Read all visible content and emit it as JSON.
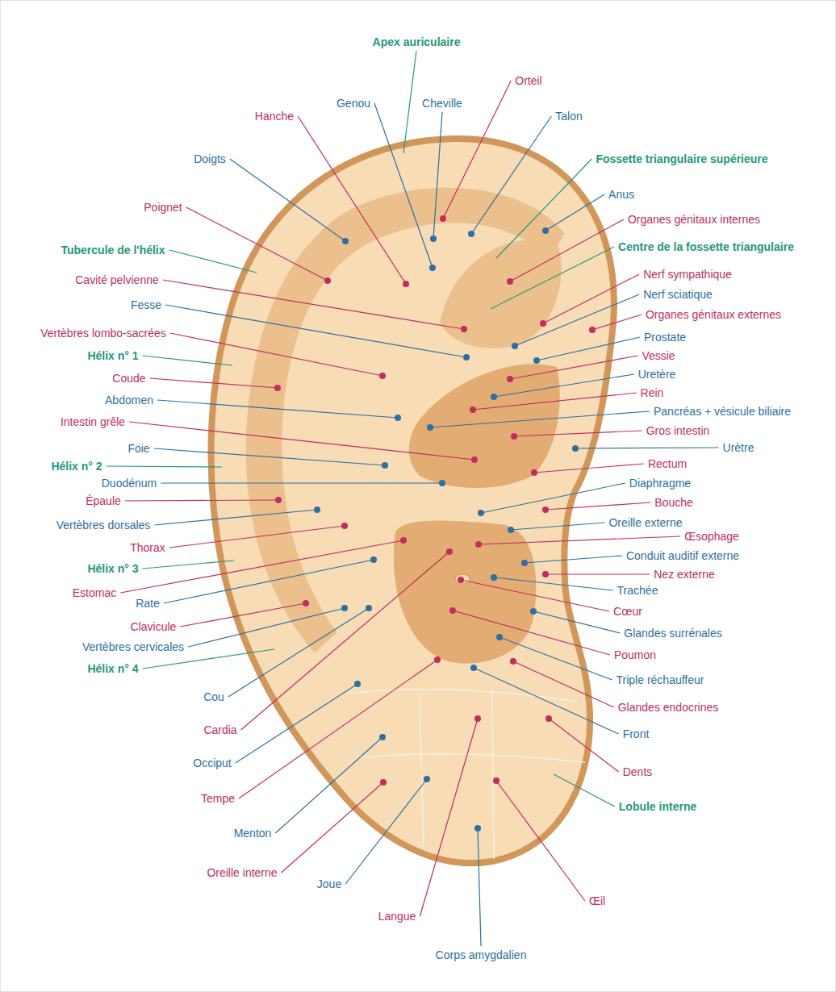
{
  "diagram": {
    "labels": [
      "Apex auriculaire",
      "Orteil",
      "Genou",
      "Cheville",
      "Talon",
      "Hanche",
      "Doigts",
      "Fossette triangulaire supérieure",
      "Anus",
      "Poignet",
      "Organes génitaux internes",
      "Tubercule de l'hélix",
      "Centre de la fossette triangulaire",
      "Cavité pelvienne",
      "Nerf sympathique",
      "Nerf sciatique",
      "Fesse",
      "Organes génitaux externes",
      "Vertèbres lombo-sacrées",
      "Prostate",
      "Hélix n° 1",
      "Vessie",
      "Coude",
      "Uretère",
      "Rein",
      "Abdomen",
      "Pancréas + vésicule biliaire",
      "Intestin grêle",
      "Gros intestin",
      "Foie",
      "Urètre",
      "Hélix n° 2",
      "Rectum",
      "Duodénum",
      "Diaphragme",
      "Épaule",
      "Bouche",
      "Vertèbres dorsales",
      "Oreille externe",
      "Thorax",
      "Œsophage",
      "Hélix n° 3",
      "Conduit auditif externe",
      "Estomac",
      "Nez externe",
      "Rate",
      "Trachée",
      "Clavicule",
      "Cœur",
      "Vertèbres cervicales",
      "Glandes surrénales",
      "Hélix n° 4",
      "Poumon",
      "Cou",
      "Triple réchauffeur",
      "Cardia",
      "Glandes endocrines",
      "Front",
      "Occiput",
      "Tempe",
      "Dents",
      "Lobule interne",
      "Menton",
      "Oreille interne",
      "Joue",
      "Œil",
      "Langue",
      "Corps amygdalien"
    ]
  }
}
